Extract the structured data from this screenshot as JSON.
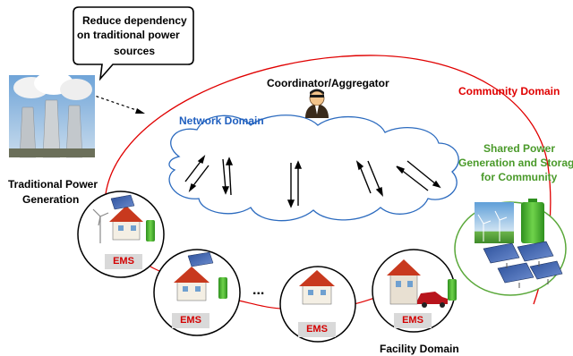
{
  "callout": {
    "line1": "Reduce dependency",
    "line2": "on traditional power",
    "line3": "sources"
  },
  "coordinator_label": "Coordinator/Aggregator",
  "community_domain_label": "Community Domain",
  "network_domain_label": "Network Domain",
  "shared_power": {
    "line1": "Shared Power",
    "line2": "Generation and Storage",
    "line3": "for Community"
  },
  "traditional_power": {
    "line1": "Traditional Power",
    "line2": "Generation"
  },
  "ems_label": "EMS",
  "ellipsis": "...",
  "facility_domain_label": "Facility Domain",
  "colors": {
    "community": "#e00000",
    "network": "#1f5fbf",
    "shared": "#4a9a2a",
    "ems_text": "#d40000",
    "ems_bg": "#d9d9d9",
    "house_roof": "#c8391e",
    "battery": "#3fae2a"
  }
}
